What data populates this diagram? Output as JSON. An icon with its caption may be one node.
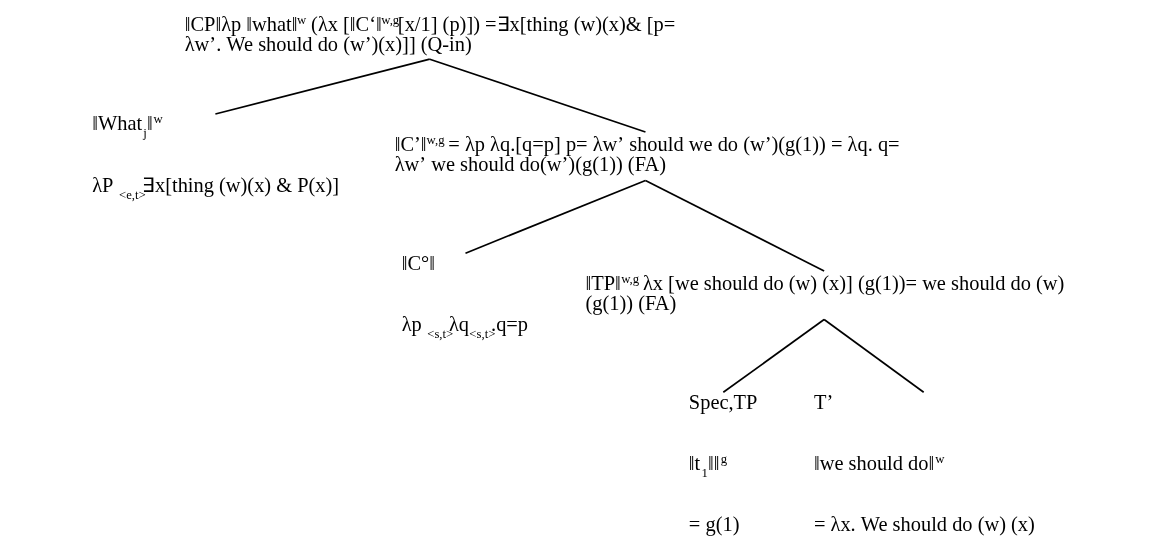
{
  "diagram": {
    "nodes": [
      {
        "text": [
          "‖CP‖λp ‖what‖$^{w}$ (λx [‖C‘‖$^{w,g}$[x/1] (p)]) =∃x[thing (w)(x)& [p= λw’. We should do (w’)(x)]] (Q-in)"
        ]
      },
      {
        "text": [
          "‖What$_{j}$‖$^{w}$",
          "λP $_{<e,t>}$∃x[thing (w)(x) & P(x)]"
        ]
      },
      {
        "text": [
          "‖C’‖$^{w,g}$ = λp λq.[q=p] p= λw’ should we do (w’)(g(1)) = λq. q= λw’ we should do(w’)(g(1)) (FA)"
        ]
      },
      {
        "text": [
          "‖C°‖",
          "λp $_{<s,t>}$λq$_{<s,t>}$.q=p"
        ]
      },
      {
        "text": [
          "‖TP‖$^{w,g}$ λx [we should do (w) (x)] (g(1))= we should do (w) (g(1)) (FA)"
        ]
      },
      {
        "text": [
          "Spec,TP",
          "‖t$_{1}$‖‖$^{g}$",
          "= g(1)"
        ]
      },
      {
        "text": [
          "T’",
          "‖we should do‖$^{w}$",
          "= λx. We should do (w) (x)"
        ]
      }
    ],
    "edges": [
      {
        "from": 0,
        "to": 1,
        "arrow": "none"
      },
      {
        "from": 0,
        "to": 2,
        "arrow": "none"
      },
      {
        "from": 2,
        "to": 3,
        "arrow": "none"
      },
      {
        "from": 2,
        "to": 4,
        "arrow": "none"
      },
      {
        "from": 4,
        "to": 5,
        "arrow": "none"
      },
      {
        "from": 4,
        "to": 6,
        "arrow": "none"
      }
    ]
  }
}
